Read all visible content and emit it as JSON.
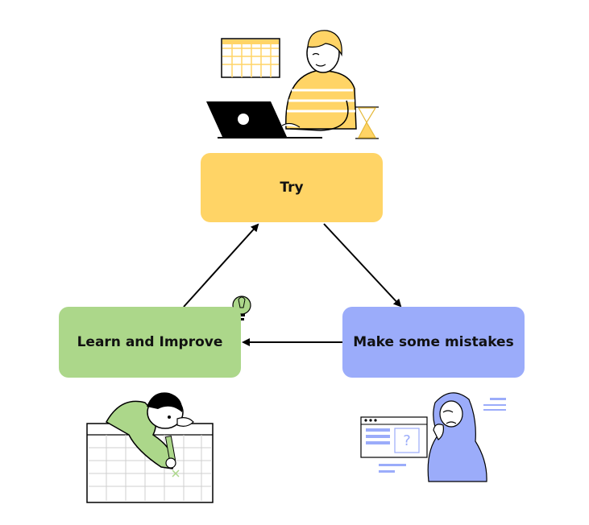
{
  "colors": {
    "try": "#ffd466",
    "learn": "#acd78a",
    "mistakes": "#9bacfa",
    "arrow": "#000000"
  },
  "nodes": {
    "try": {
      "label": "Try"
    },
    "learn": {
      "label": "Learn and Improve"
    },
    "mistakes": {
      "label": "Make some mistakes"
    }
  },
  "icons": {
    "top": "person-at-laptop-illustration",
    "left": "person-on-calendar-illustration",
    "right": "person-thinking-illustration",
    "bulb": "lightbulb-icon"
  }
}
